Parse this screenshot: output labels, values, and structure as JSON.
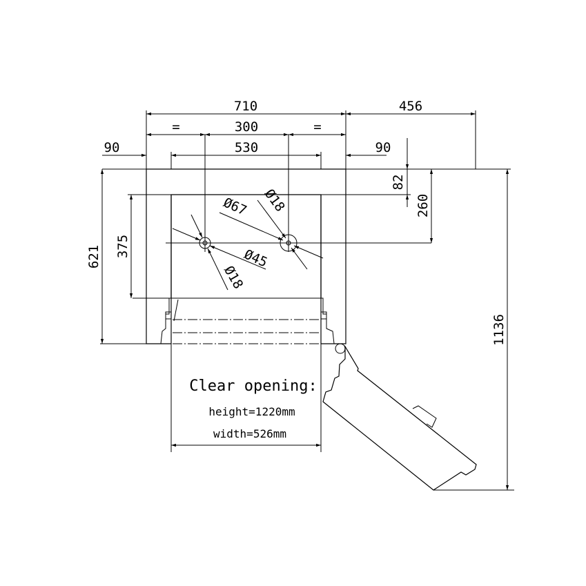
{
  "dimensions": {
    "overall_width": "710",
    "side_width": "456",
    "equal_left": "=",
    "hole_spacing": "300",
    "equal_right": "=",
    "left_offset": "90",
    "inner_width": "530",
    "right_offset": "90",
    "top_wall": "82",
    "hole_depth": "260",
    "inner_depth": "375",
    "overall_depth": "621",
    "total_depth": "1136",
    "dia_67": "Ø67",
    "dia_18_top": "Ø18",
    "dia_45": "Ø45",
    "dia_18_bottom": "Ø18"
  },
  "notes": {
    "title": "Clear opening:",
    "height": "height=1220mm",
    "width": "width=526mm"
  }
}
